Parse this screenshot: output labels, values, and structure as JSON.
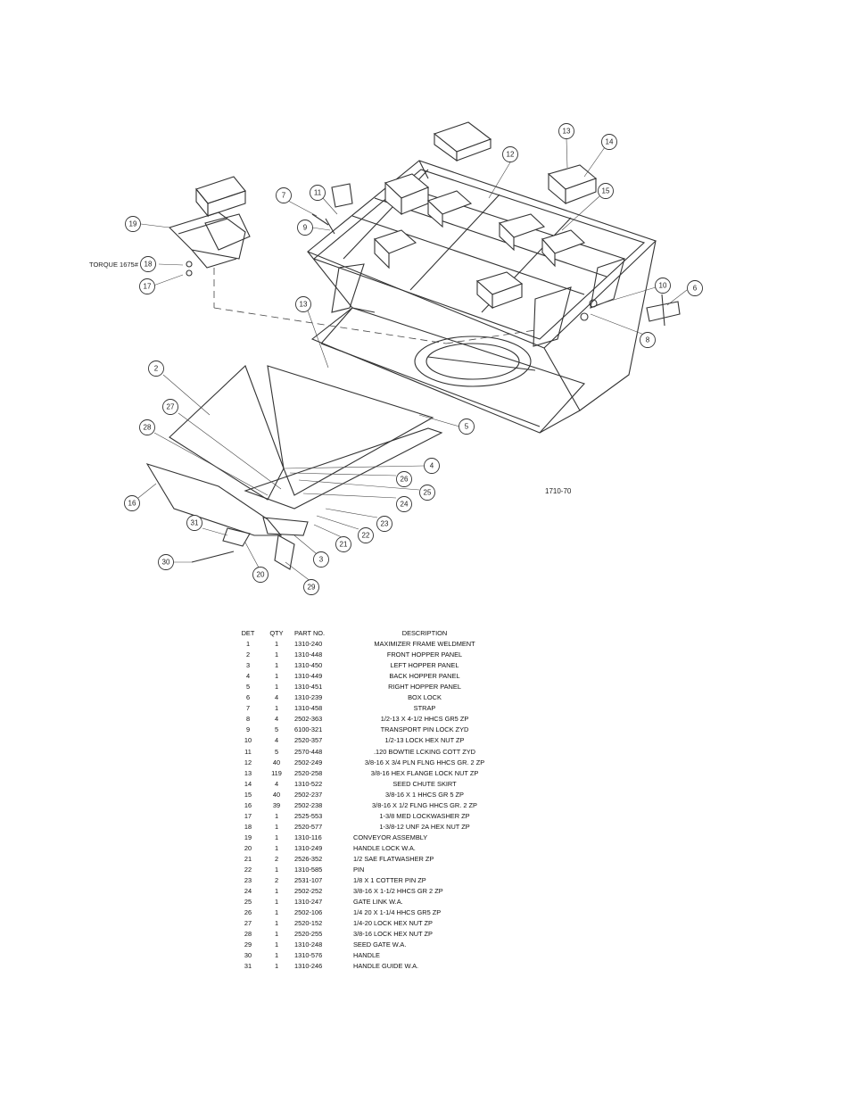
{
  "drawing": {
    "number": "1710-70",
    "torque_note": "TORQUE 1675#"
  },
  "callouts": [
    "2",
    "3",
    "4",
    "5",
    "6",
    "7",
    "8",
    "9",
    "10",
    "11",
    "12",
    "13",
    "13",
    "14",
    "15",
    "16",
    "17",
    "18",
    "19",
    "20",
    "21",
    "22",
    "23",
    "24",
    "25",
    "26",
    "27",
    "28",
    "29",
    "30",
    "31"
  ],
  "table": {
    "headers": [
      "DET",
      "QTY",
      "PART NO.",
      "DESCRIPTION"
    ],
    "rows": [
      {
        "det": "1",
        "qty": "1",
        "part": "1310-240",
        "desc": "MAXIMIZER FRAME WELDMENT"
      },
      {
        "det": "2",
        "qty": "1",
        "part": "1310-448",
        "desc": "FRONT HOPPER PANEL"
      },
      {
        "det": "3",
        "qty": "1",
        "part": "1310-450",
        "desc": "LEFT HOPPER PANEL"
      },
      {
        "det": "4",
        "qty": "1",
        "part": "1310-449",
        "desc": "BACK HOPPER PANEL"
      },
      {
        "det": "5",
        "qty": "1",
        "part": "1310-451",
        "desc": "RIGHT HOPPER PANEL"
      },
      {
        "det": "6",
        "qty": "4",
        "part": "1310-239",
        "desc": "BOX LOCK"
      },
      {
        "det": "7",
        "qty": "1",
        "part": "1310-458",
        "desc": "STRAP"
      },
      {
        "det": "8",
        "qty": "4",
        "part": "2502-363",
        "desc": "1/2-13 X 4-1/2 HHCS GR5 ZP"
      },
      {
        "det": "9",
        "qty": "5",
        "part": "6100-321",
        "desc": "TRANSPORT PIN LOCK ZYD"
      },
      {
        "det": "10",
        "qty": "4",
        "part": "2520-357",
        "desc": "1/2-13 LOCK HEX NUT ZP"
      },
      {
        "det": "11",
        "qty": "5",
        "part": "2570-448",
        "desc": ".120 BOWTIE LCKING COTT ZYD"
      },
      {
        "det": "12",
        "qty": "40",
        "part": "2502-249",
        "desc": "3/8-16 X 3/4 PLN FLNG HHCS GR. 2 ZP"
      },
      {
        "det": "13",
        "qty": "119",
        "part": "2520-258",
        "desc": "3/8-16 HEX FLANGE LOCK NUT ZP"
      },
      {
        "det": "14",
        "qty": "4",
        "part": "1310-522",
        "desc": "SEED CHUTE SKIRT"
      },
      {
        "det": "15",
        "qty": "40",
        "part": "2502-237",
        "desc": "3/8-16 X 1 HHCS GR 5 ZP"
      },
      {
        "det": "16",
        "qty": "39",
        "part": "2502-238",
        "desc": "3/8-16 X 1/2 FLNG HHCS GR. 2 ZP"
      },
      {
        "det": "17",
        "qty": "1",
        "part": "2525-553",
        "desc": "1-3/8 MED LOCKWASHER ZP"
      },
      {
        "det": "18",
        "qty": "1",
        "part": "2520-577",
        "desc": "1-3/8-12 UNF 2A HEX NUT ZP"
      },
      {
        "det": "19",
        "qty": "1",
        "part": "1310-116",
        "desc": "CONVEYOR ASSEMBLY"
      },
      {
        "det": "20",
        "qty": "1",
        "part": "1310-249",
        "desc": "HANDLE LOCK W.A."
      },
      {
        "det": "21",
        "qty": "2",
        "part": "2526-352",
        "desc": "1/2 SAE FLATWASHER   ZP"
      },
      {
        "det": "22",
        "qty": "1",
        "part": "1310-585",
        "desc": "PIN"
      },
      {
        "det": "23",
        "qty": "2",
        "part": "2531-107",
        "desc": "1/8 X 1 COTTER PIN   ZP"
      },
      {
        "det": "24",
        "qty": "1",
        "part": "2502-252",
        "desc": "3/8-16 X 1-1/2 HHCS GR 2 ZP"
      },
      {
        "det": "25",
        "qty": "1",
        "part": "1310-247",
        "desc": "GATE LINK W.A."
      },
      {
        "det": "26",
        "qty": "1",
        "part": "2502-106",
        "desc": "1/4 20 X 1-1/4 HHCS GR5 ZP"
      },
      {
        "det": "27",
        "qty": "1",
        "part": "2520-152",
        "desc": "1/4-20 LOCK HEX NUT ZP"
      },
      {
        "det": "28",
        "qty": "1",
        "part": "2520-255",
        "desc": "3/8-16 LOCK HEX NUT ZP"
      },
      {
        "det": "29",
        "qty": "1",
        "part": "1310-248",
        "desc": "SEED GATE W.A."
      },
      {
        "det": "30",
        "qty": "1",
        "part": "1310-576",
        "desc": "HANDLE"
      },
      {
        "det": "31",
        "qty": "1",
        "part": "1310-246",
        "desc": "HANDLE GUIDE W.A."
      }
    ]
  }
}
